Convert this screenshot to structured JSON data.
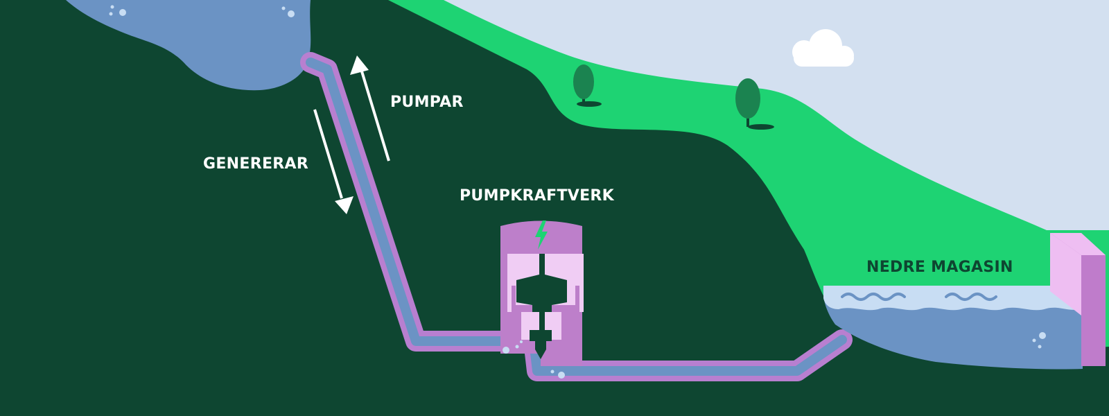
{
  "labels": {
    "pumping": "PUMPAR",
    "generating": "GENERERAR",
    "power_plant": "PUMPKRAFTVERK",
    "lower_reservoir": "NEDRE MAGASIN"
  },
  "colors": {
    "ground": "#0e4631",
    "grass": "#1ed373",
    "sky": "#d3e0f0",
    "water": "#6b93c4",
    "water_surface": "#c8ddf3",
    "pipe_outline": "#b87fd0",
    "plant_body": "#bd7fca",
    "plant_light": "#f0cdf4",
    "dam_front": "#eebef2",
    "dam_side": "#bf7ccb",
    "tree": "#1b8350",
    "cloud": "#ffffff",
    "arrow": "#ffffff",
    "bolt": "#1ed373",
    "wave": "#6b93c4"
  },
  "icons": {
    "up_arrow": "arrow-up-icon",
    "down_arrow": "arrow-down-icon",
    "bolt": "lightning-bolt-icon",
    "turbine": "turbine-icon",
    "cloud": "cloud-icon",
    "tree": "tree-icon"
  }
}
